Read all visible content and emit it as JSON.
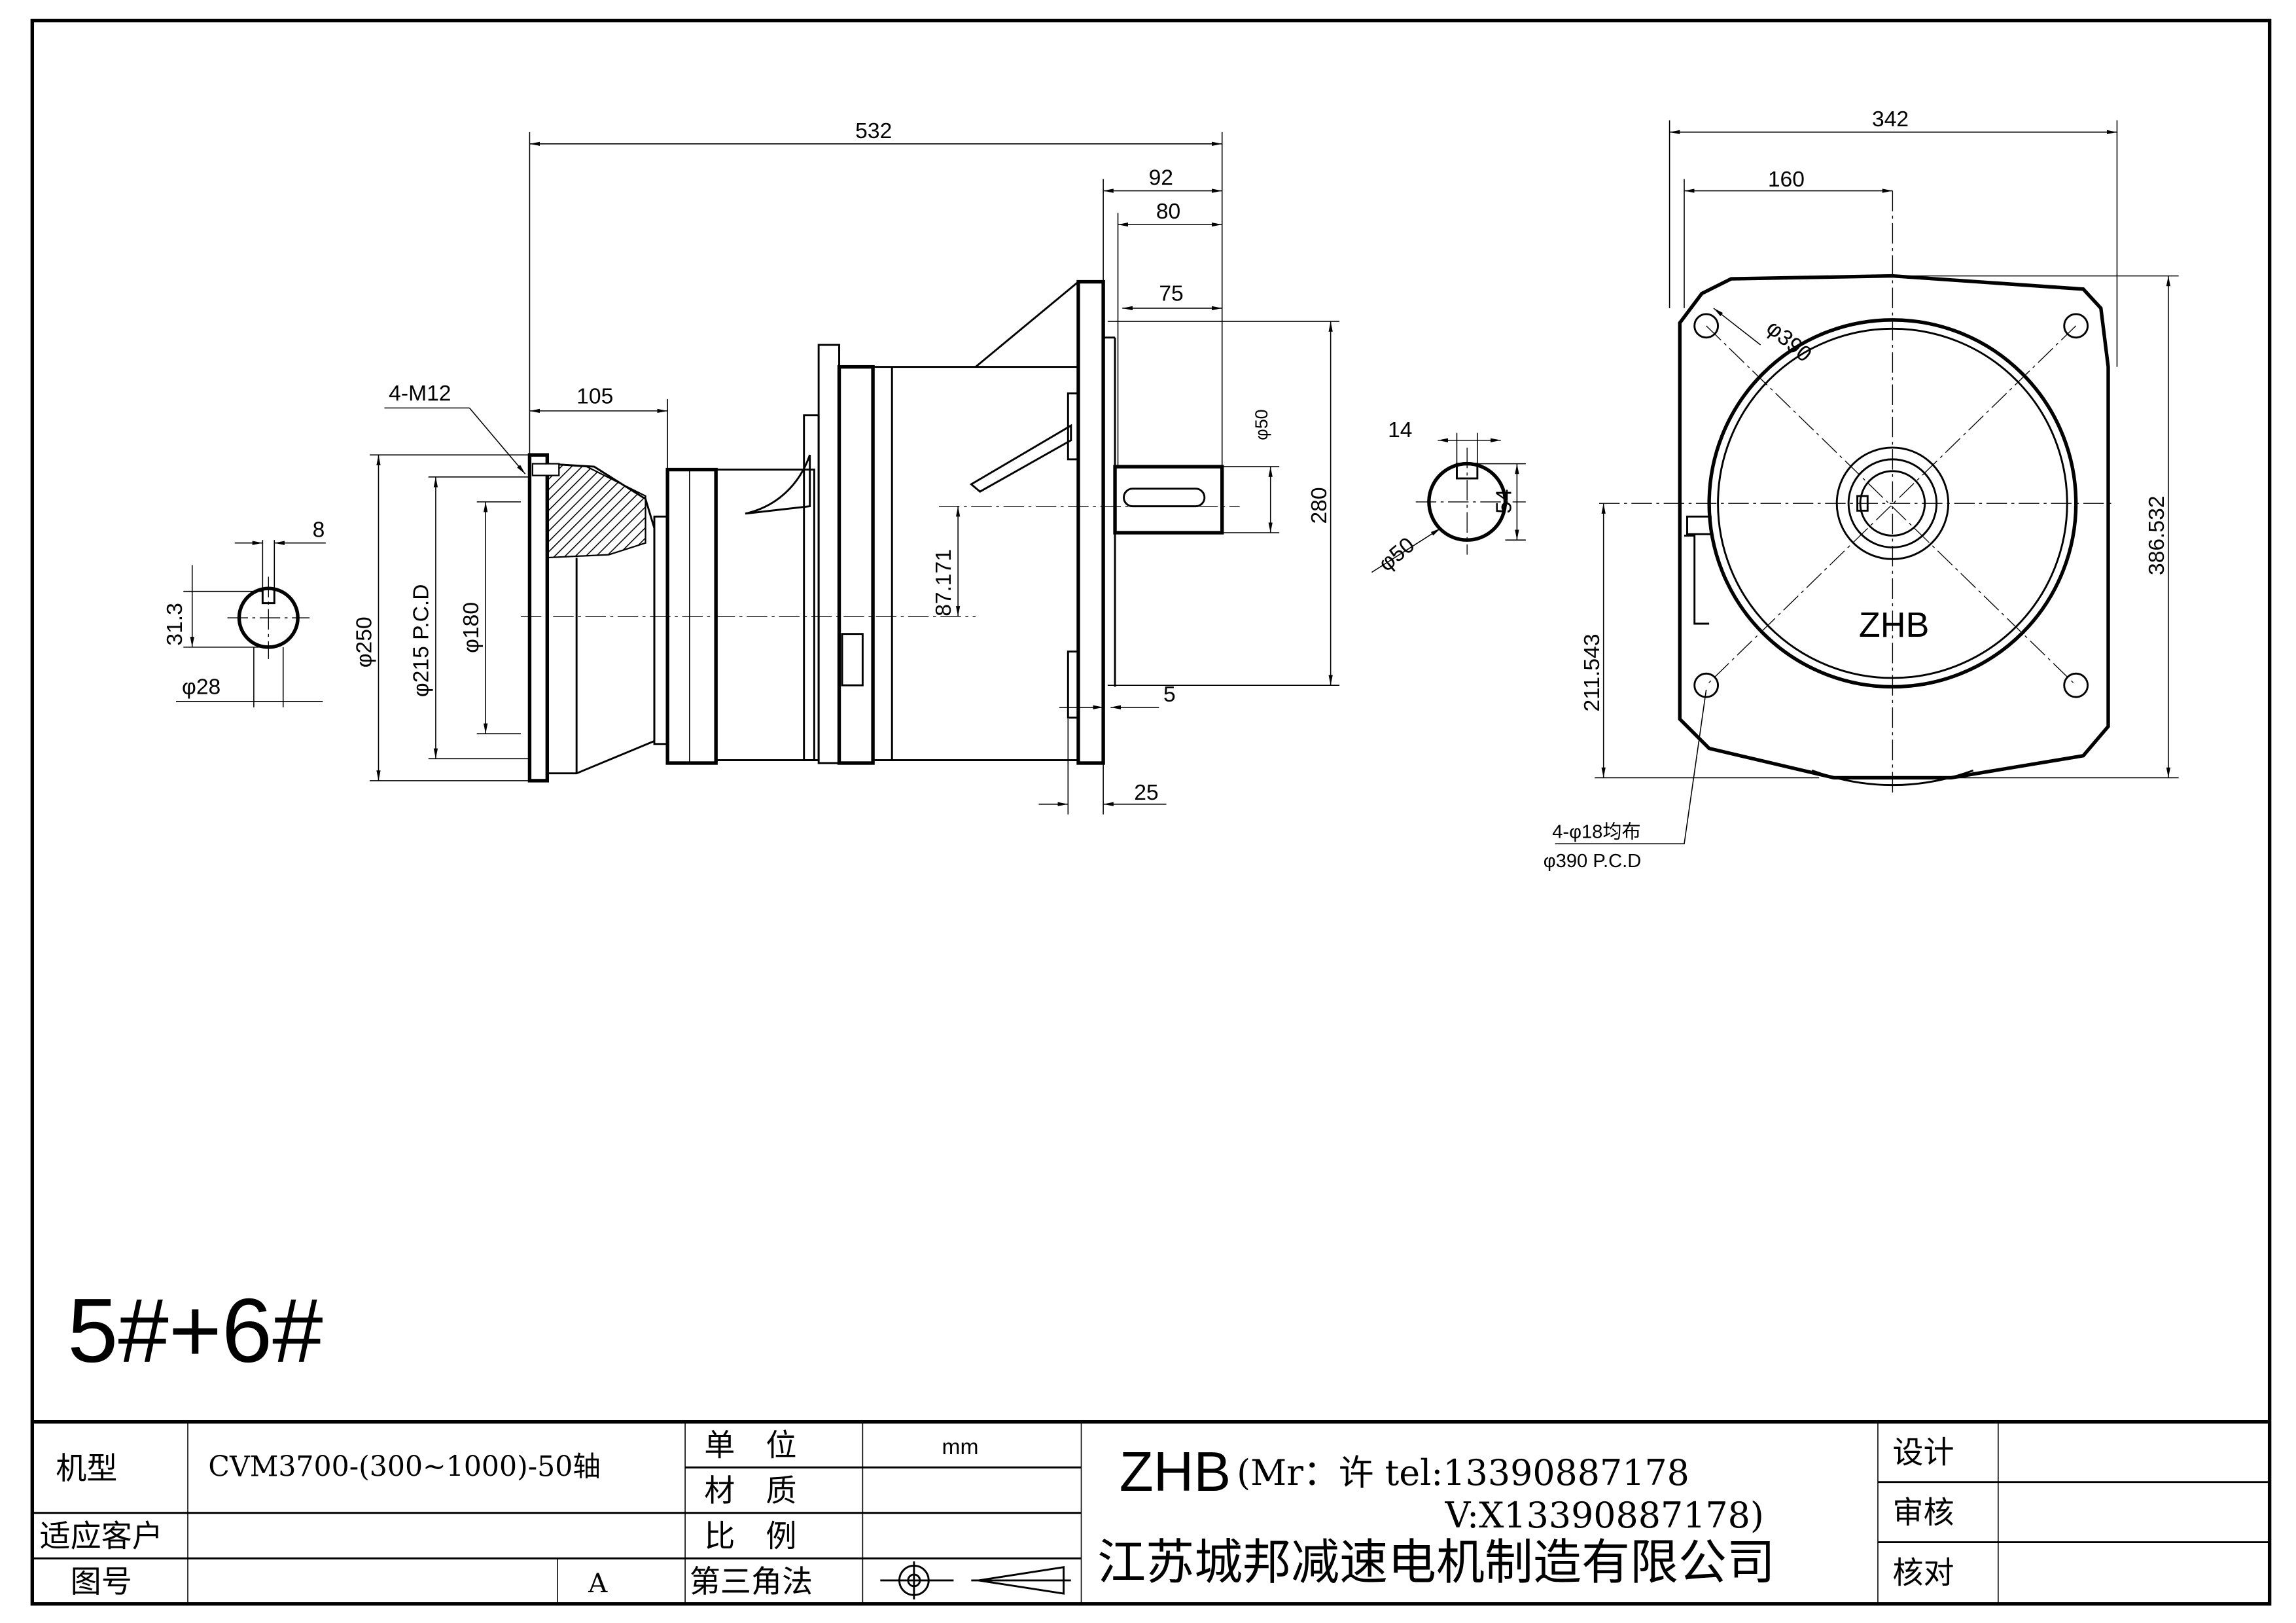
{
  "drawing_label": "5#+6#",
  "side_view": {
    "overall_length": "532",
    "dim_92": "92",
    "dim_80": "80",
    "dim_75": "75",
    "dim_105": "105",
    "thread_label": "4-M12",
    "dia_250": "φ250",
    "dia_215_pcd": "φ215 P.C.D",
    "dia_180": "φ180",
    "offset_87": "87.171",
    "shaft_dia": "φ50",
    "height_280": "280",
    "dim_5": "5",
    "dim_25": "25"
  },
  "input_shaft": {
    "key_width": "8",
    "key_height": "31.3",
    "shaft_dia": "φ28"
  },
  "output_shaft_section": {
    "key_width": "14",
    "key_height": "54",
    "shaft_dia": "φ50"
  },
  "end_view": {
    "width": "342",
    "half_width": "160",
    "height": "386.532",
    "center_height": "211.543",
    "dia_390": "φ390",
    "logo": "ZHB",
    "holes_label": "4-φ18均布",
    "holes_pcd": "φ390 P.C.D"
  },
  "title_block": {
    "model_label": "机型",
    "model_value": "CVM3700-(300~1000)-50轴",
    "customer_label": "适应客户",
    "drawing_no_label": "图号",
    "revision": "A",
    "unit_label": "单　位",
    "unit_value": "mm",
    "material_label": "材　质",
    "scale_label": "比　例",
    "projection_label": "第三角法",
    "brand": "ZHB",
    "contact_line1": "(Mr：许 tel:13390887178",
    "contact_line2": "V:X13390887178)",
    "company": "江苏城邦减速电机制造有限公司",
    "design_label": "设计",
    "review_label": "审核",
    "check_label": "核对"
  }
}
